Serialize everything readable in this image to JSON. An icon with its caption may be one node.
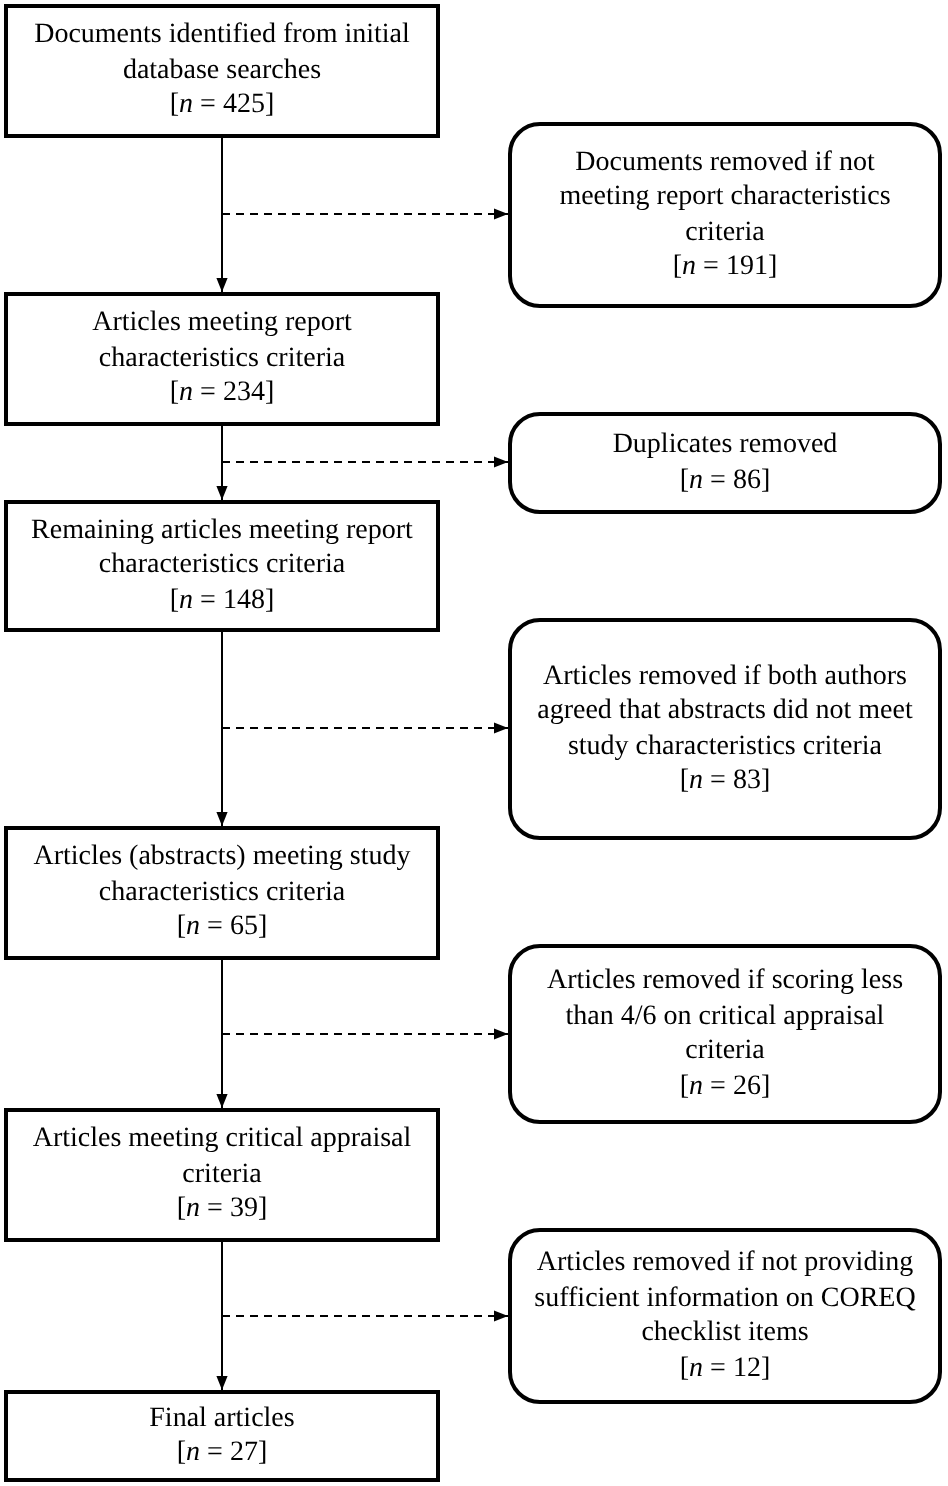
{
  "diagram": {
    "nodes": [
      {
        "text": [
          "Documents identified from initial database searches",
          "[*n* = 425]"
        ]
      },
      {
        "text": [
          "Documents removed if not meeting report characteristics criteria",
          "[*n* = 191]"
        ]
      },
      {
        "text": [
          "Articles meeting report characteristics criteria",
          "[*n* = 234]"
        ]
      },
      {
        "text": [
          "Duplicates removed",
          "[*n* = 86]"
        ]
      },
      {
        "text": [
          "Remaining articles meeting report characteristics criteria",
          "[*n* = 148]"
        ]
      },
      {
        "text": [
          "Articles removed if both authors agreed that abstracts did not meet study characteristics criteria",
          "[*n* = 83]"
        ]
      },
      {
        "text": [
          "Articles (abstracts) meeting study characteristics criteria",
          "[*n* = 65]"
        ]
      },
      {
        "text": [
          "Articles removed if scoring less than 4/6 on critical appraisal criteria",
          "[*n* = 26]"
        ]
      },
      {
        "text": [
          "Articles meeting critical appraisal criteria",
          "[*n* = 39]"
        ]
      },
      {
        "text": [
          "Articles removed if not providing sufficient information on COREQ checklist items",
          "[*n* = 12]"
        ]
      },
      {
        "text": [
          "Final articles",
          "[*n* = 27]"
        ]
      }
    ],
    "edges": [
      {
        "from": 0,
        "to": 2,
        "arrow": "to"
      },
      {
        "from": null,
        "to": 1,
        "arrow": "to",
        "style": "dashed"
      },
      {
        "from": 2,
        "to": 4,
        "arrow": "to"
      },
      {
        "from": null,
        "to": 3,
        "arrow": "to",
        "style": "dashed"
      },
      {
        "from": 4,
        "to": 6,
        "arrow": "to"
      },
      {
        "from": null,
        "to": 5,
        "arrow": "to",
        "style": "dashed"
      },
      {
        "from": 6,
        "to": 8,
        "arrow": "to"
      },
      {
        "from": null,
        "to": 7,
        "arrow": "to",
        "style": "dashed"
      },
      {
        "from": 8,
        "to": 10,
        "arrow": "to"
      },
      {
        "from": null,
        "to": 9,
        "arrow": "to",
        "style": "dashed"
      }
    ]
  }
}
